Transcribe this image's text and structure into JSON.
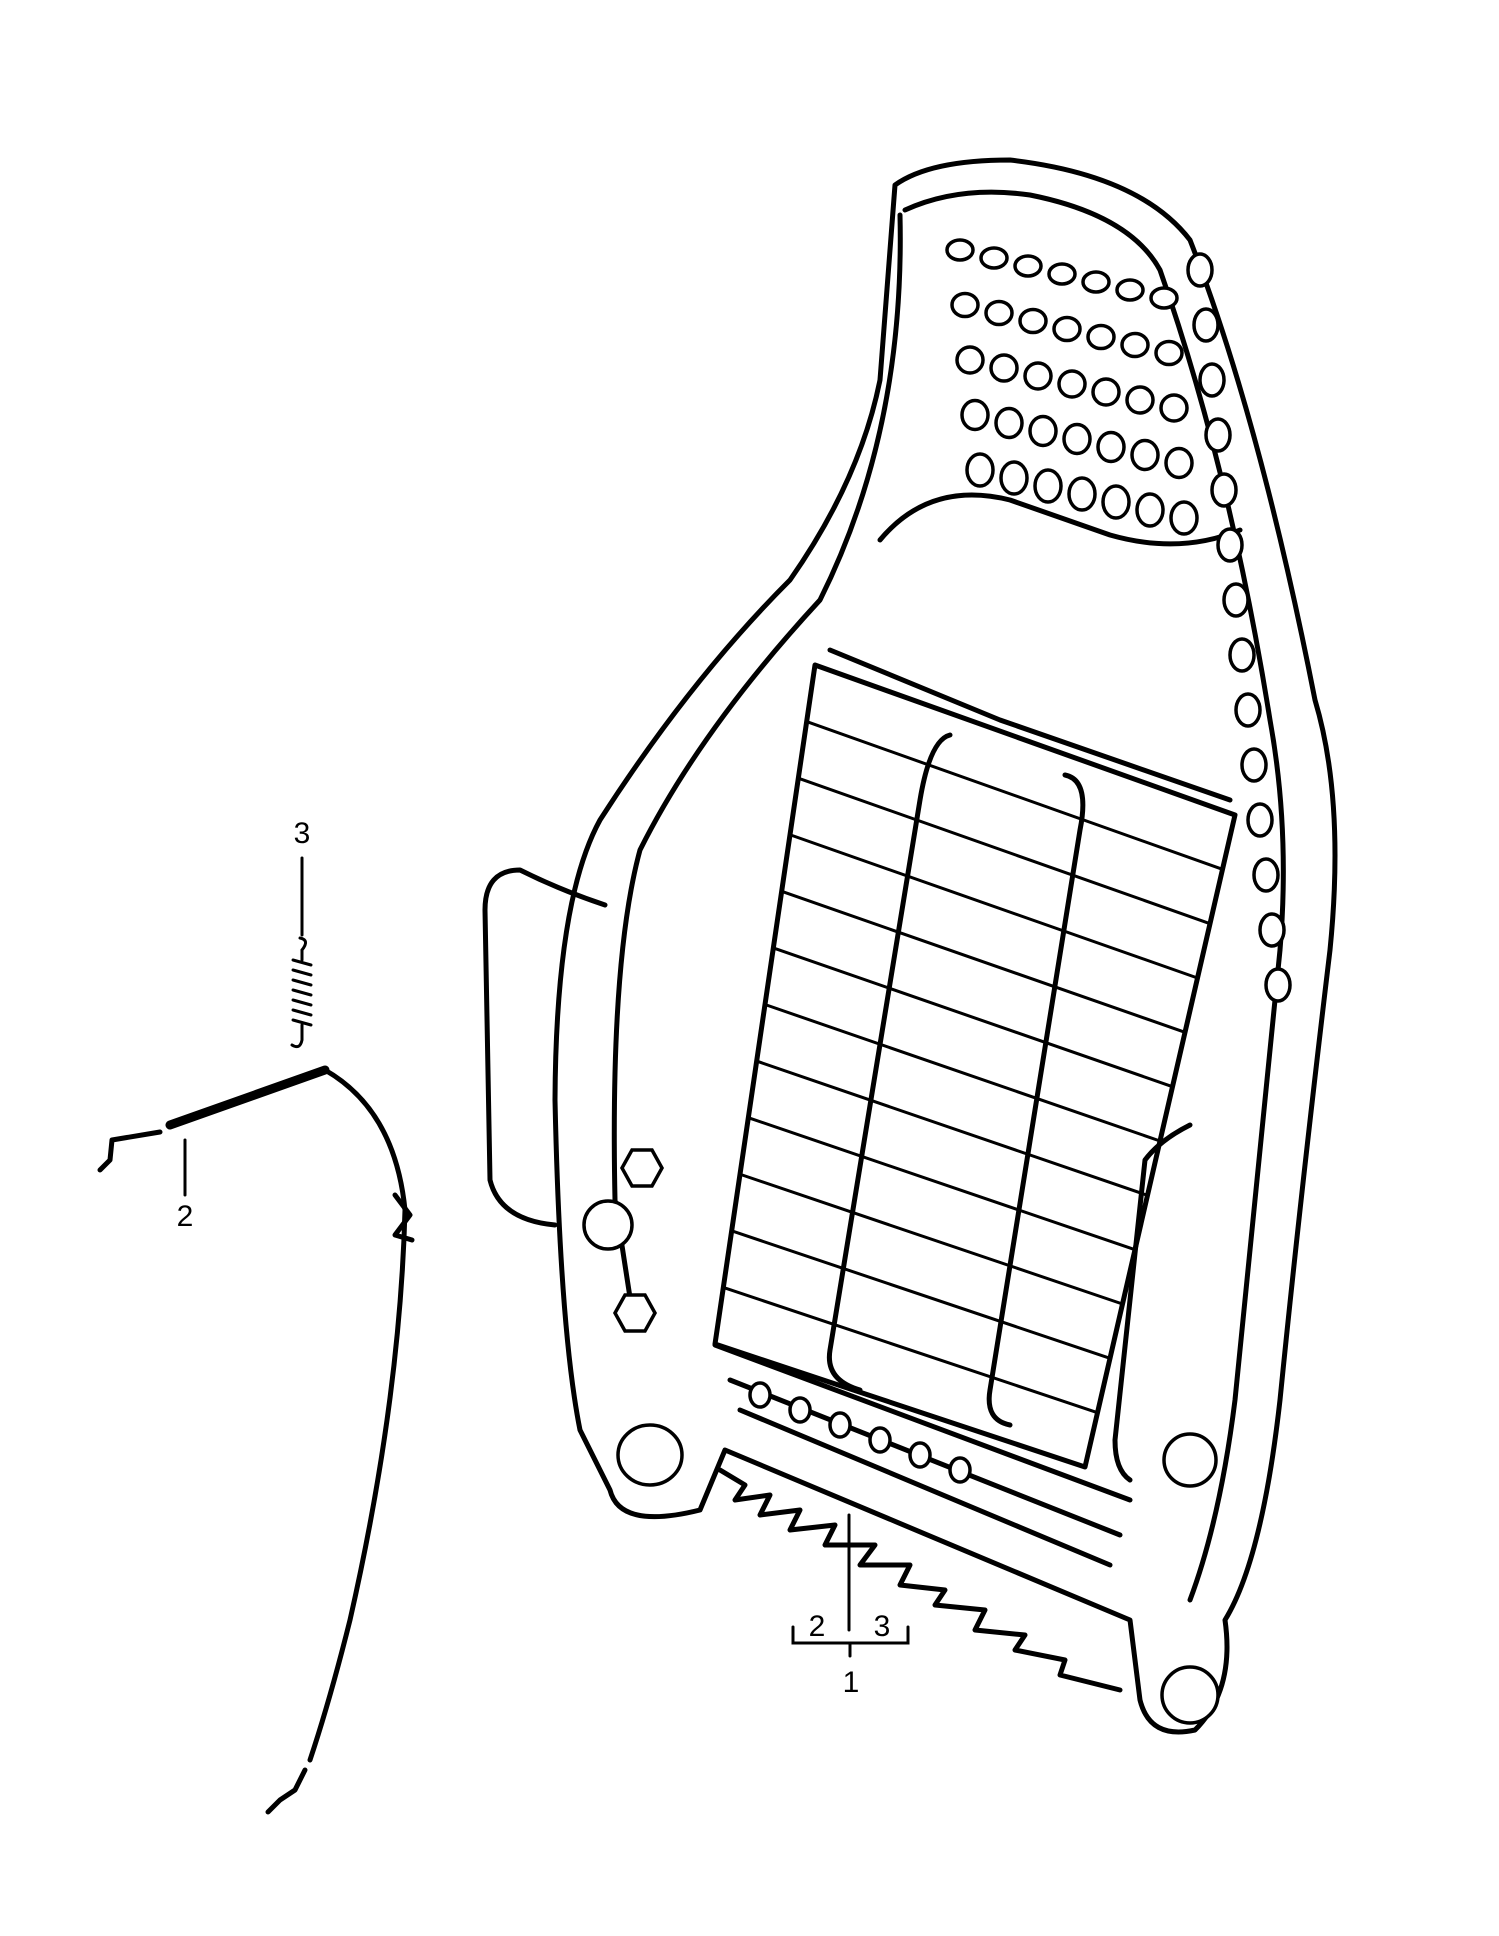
{
  "diagram": {
    "type": "exploded parts diagram",
    "callouts": {
      "spring_label": "3",
      "cable_label": "2",
      "frame_label": "1",
      "frame_sub_left": "2",
      "frame_sub_right": "3"
    },
    "colors": {
      "line": "#000000",
      "background": "#ffffff"
    }
  }
}
